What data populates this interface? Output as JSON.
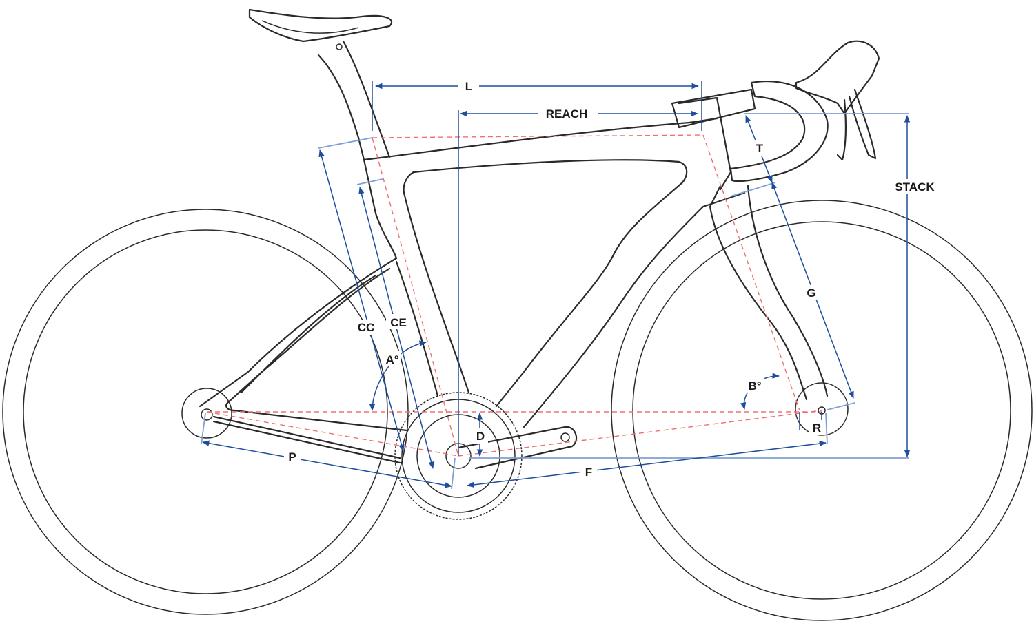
{
  "labels": {
    "L": "L",
    "reach": "REACH",
    "T": "T",
    "stack": "STACK",
    "G": "G",
    "CC": "CC",
    "CE": "CE",
    "A": "A°",
    "B": "B°",
    "D": "D",
    "R": "R",
    "P": "P",
    "F": "F"
  },
  "colors": {
    "frame": "#2a2a2a",
    "dimension": "#1f4e9c",
    "dimension_light": "#7fa0d2",
    "centerline": "#f07070"
  }
}
